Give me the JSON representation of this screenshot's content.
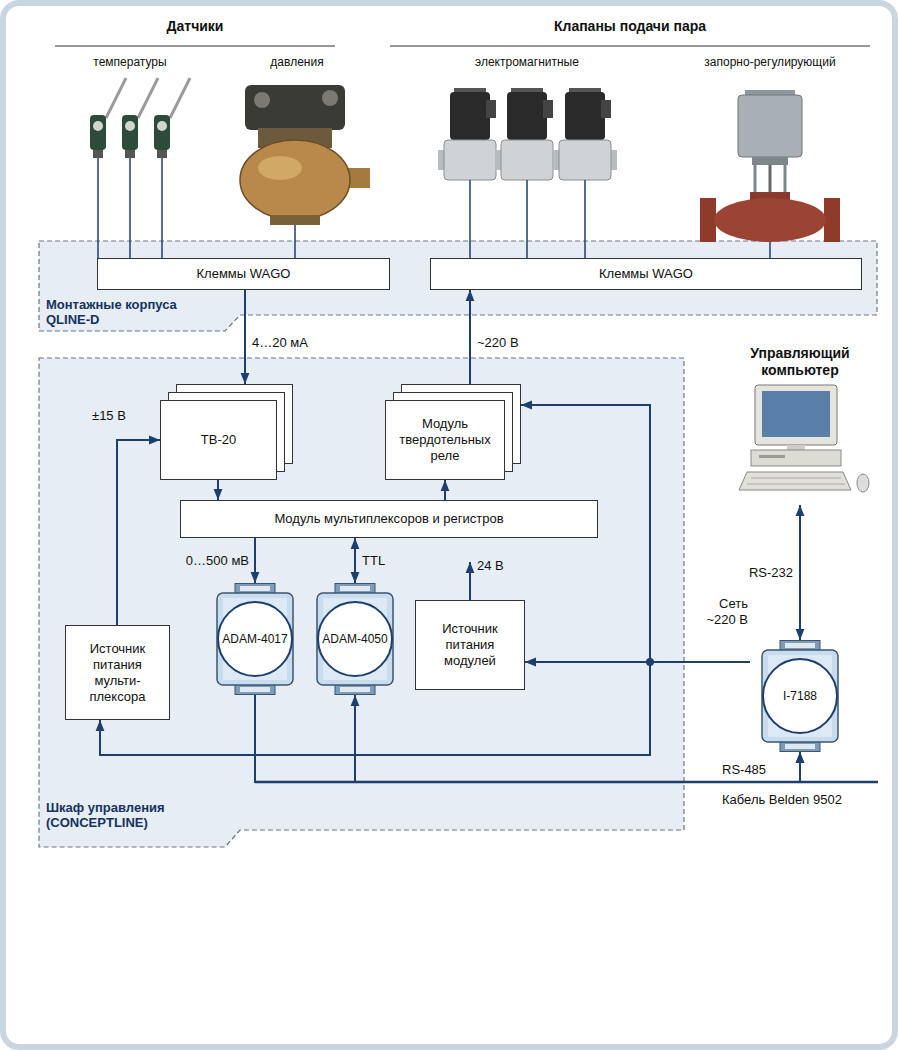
{
  "diagram": {
    "nodes": [
      {
        "text": [
          "Монтажные корпуса QLINE-D"
        ]
      },
      {
        "text": [
          "Клеммы WAGO"
        ],
        "in": 0
      },
      {
        "text": [
          "Клеммы WAGO"
        ],
        "in": 0
      },
      {
        "text": [
          "Шкаф управления (CONCEPTLINE)"
        ]
      },
      {
        "text": [
          "TB-20"
        ],
        "in": 3
      },
      {
        "text": [
          "Модуль твердотельных реле"
        ],
        "in": 3
      },
      {
        "text": [
          "Модуль мультиплексоров и регистров"
        ],
        "in": 3
      },
      {
        "text": [
          "Источник питания мульти- плексора"
        ],
        "in": 3
      },
      {
        "text": [
          "ADAM-4017"
        ],
        "in": 3
      },
      {
        "text": [
          "ADAM-4050"
        ],
        "in": 3
      },
      {
        "text": [
          "Источник питания модулей"
        ],
        "in": 3
      },
      {
        "text": [
          "Управляющий компьютер"
        ]
      },
      {
        "text": [
          "I-7188"
        ]
      }
    ],
    "edges": [
      {
        "from": 1,
        "to": 4,
        "arrow": "to",
        "label": "4…20 мА"
      },
      {
        "from": 5,
        "to": 2,
        "arrow": "to",
        "label": "~220 В"
      },
      {
        "from": 7,
        "to": 4,
        "arrow": "to",
        "label": "±15 В"
      },
      {
        "from": 4,
        "to": 6,
        "arrow": "to"
      },
      {
        "from": 6,
        "to": 5,
        "arrow": "to"
      },
      {
        "from": 6,
        "to": 8,
        "arrow": "to",
        "label": "0…500 мВ"
      },
      {
        "from": 6,
        "to": 9,
        "arrow": "both",
        "label": "TTL"
      },
      {
        "from": 11,
        "to": 12,
        "arrow": "both",
        "label": "RS-232"
      },
      {
        "from": 8,
        "to": 12,
        "arrow": "to"
      },
      {
        "from": 9,
        "to": 12,
        "arrow": "both"
      }
    ],
    "labels": [
      "Датчики",
      "Клапаны подачи пара",
      "температуры",
      "давления",
      "электромагнитные",
      "запорно-регулирующий",
      "Сеть ~220 В",
      "24 В",
      "RS-485",
      "Кабель Belden 9502"
    ]
  }
}
